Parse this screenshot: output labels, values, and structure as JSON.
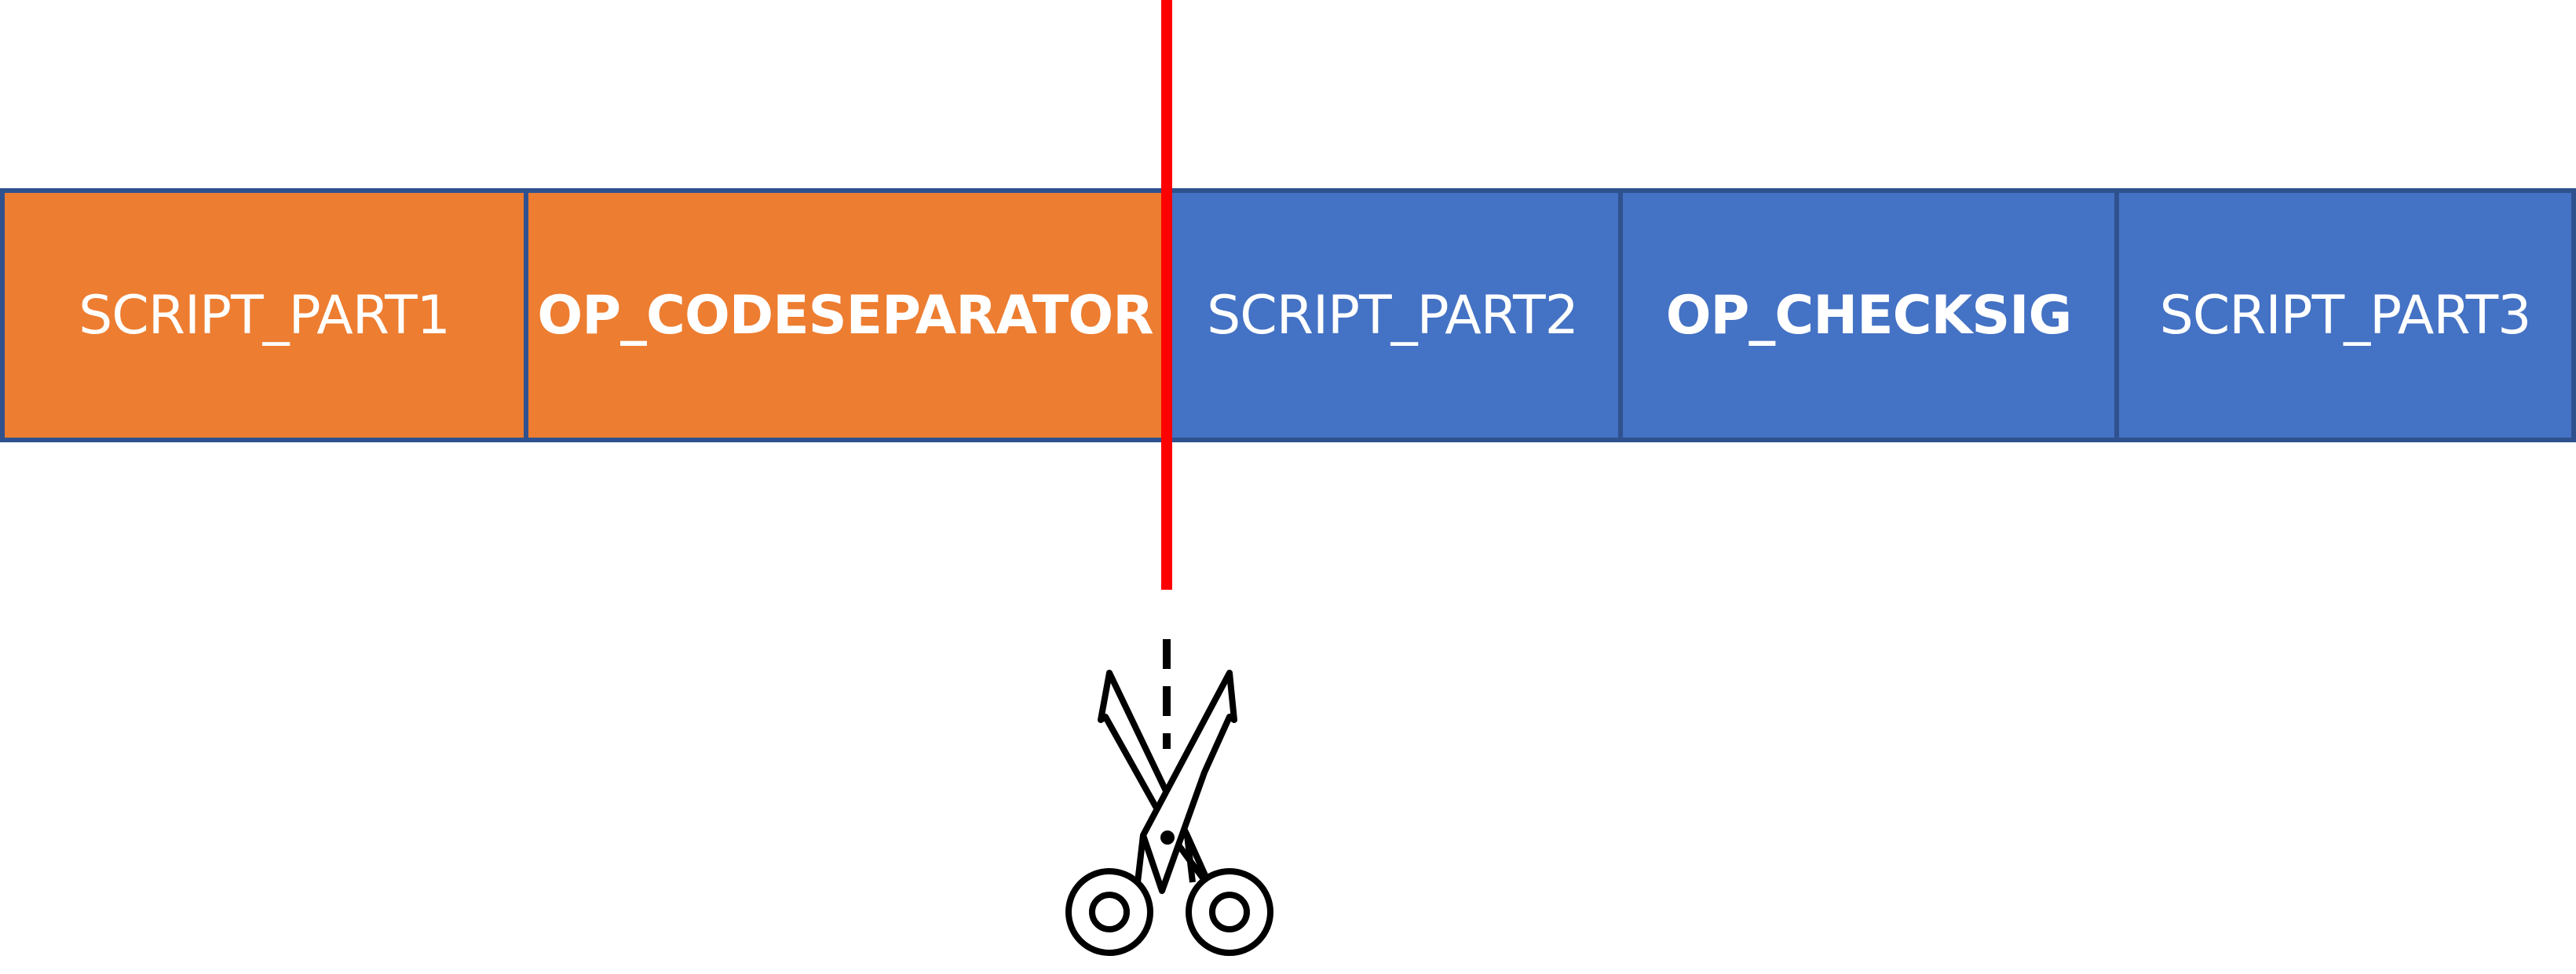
{
  "segments": [
    {
      "label": "SCRIPT_PART1",
      "color": "#ED7D31",
      "bold": false
    },
    {
      "label": "OP_CODESEPARATOR",
      "color": "#ED7D31",
      "bold": true
    },
    {
      "label": "SCRIPT_PART2",
      "color": "#4472C4",
      "bold": false
    },
    {
      "label": "OP_CHECKSIG",
      "color": "#4472C4",
      "bold": true
    },
    {
      "label": "SCRIPT_PART3",
      "color": "#4472C4",
      "bold": false
    }
  ],
  "colors": {
    "border": "#2F528F",
    "cut_line": "#FF0000"
  },
  "icons": {
    "cut": "scissors-icon"
  }
}
